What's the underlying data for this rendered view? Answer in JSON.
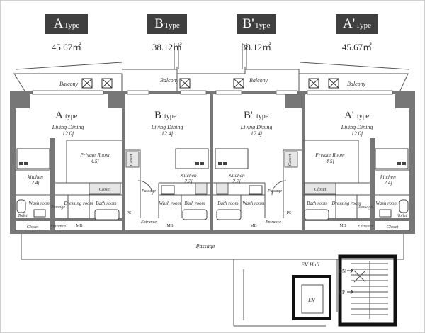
{
  "unit_types": [
    {
      "letter": "A",
      "suffix": "Type",
      "area": "45.67㎡"
    },
    {
      "letter": "B",
      "suffix": "Type",
      "area": "38.12㎡"
    },
    {
      "letter": "B'",
      "suffix": "Type",
      "area": "38.12㎡"
    },
    {
      "letter": "A'",
      "suffix": "Type",
      "area": "45.67㎡"
    }
  ],
  "plan": {
    "balconies": [
      "Balcony",
      "Balcony",
      "Balcony",
      "Balcony"
    ],
    "unit_titles": [
      {
        "letter": "A",
        "word": "type"
      },
      {
        "letter": "B",
        "word": "type"
      },
      {
        "letter": "B'",
        "word": "type"
      },
      {
        "letter": "A'",
        "word": "type"
      }
    ],
    "living": [
      {
        "label": "Living Dining",
        "size": "12.0j"
      },
      {
        "label": "Living Dining",
        "size": "12.4j"
      },
      {
        "label": "Living Dining",
        "size": "12.4j"
      },
      {
        "label": "Living Dining",
        "size": "12.0j"
      }
    ],
    "private_rooms": [
      {
        "label": "Private Room",
        "size": "4.5j"
      },
      {
        "label": "Private Room",
        "size": "4.5j"
      }
    ],
    "kitchens": [
      {
        "label": "kitchen",
        "size": "2.4j"
      },
      {
        "label": "Kitchen",
        "size": "2.2j"
      },
      {
        "label": "Kitchen",
        "size": "2.2j"
      },
      {
        "label": "kitchen",
        "size": "2.4j"
      }
    ],
    "rooms": {
      "closet": "Closet",
      "passage": "Passage",
      "wash": "Wash room",
      "toilet": "Toilet",
      "dressing": "Dressing room",
      "bath": "Bath room",
      "entrance": "Entrance",
      "mb": "MB",
      "ps": "PS"
    },
    "corridor": "Passage",
    "ev_hall": "EV Hall",
    "ev": "EV",
    "dn": "DN",
    "up": "UP"
  }
}
